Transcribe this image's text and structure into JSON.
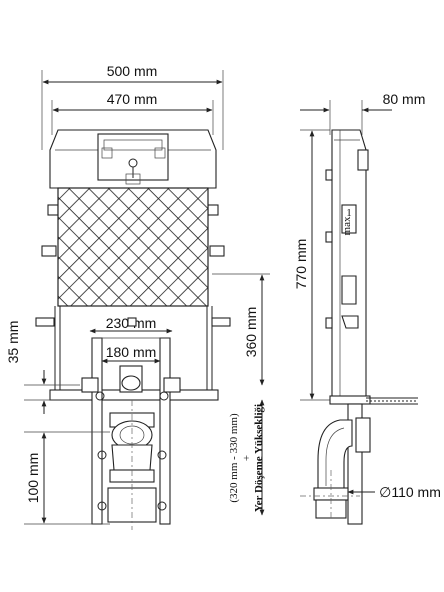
{
  "dimensions": {
    "overall_width": "500 mm",
    "frame_width": "470 mm",
    "depth": "80 mm",
    "overall_height": "770 mm",
    "drain_height": "360 mm",
    "bolt_spacing": "230 mm",
    "water_spacing": "180 mm",
    "pipe_offset": "35 mm",
    "pipe_height": "100 mm",
    "pipe_diameter": "∅110 mm"
  },
  "floor_note": {
    "range": "(320 mm - 330 mm)",
    "plus": "+",
    "label": "Yer Döşeme Yüksekliği"
  },
  "side_labels": {
    "lever": "1",
    "max": "max"
  }
}
